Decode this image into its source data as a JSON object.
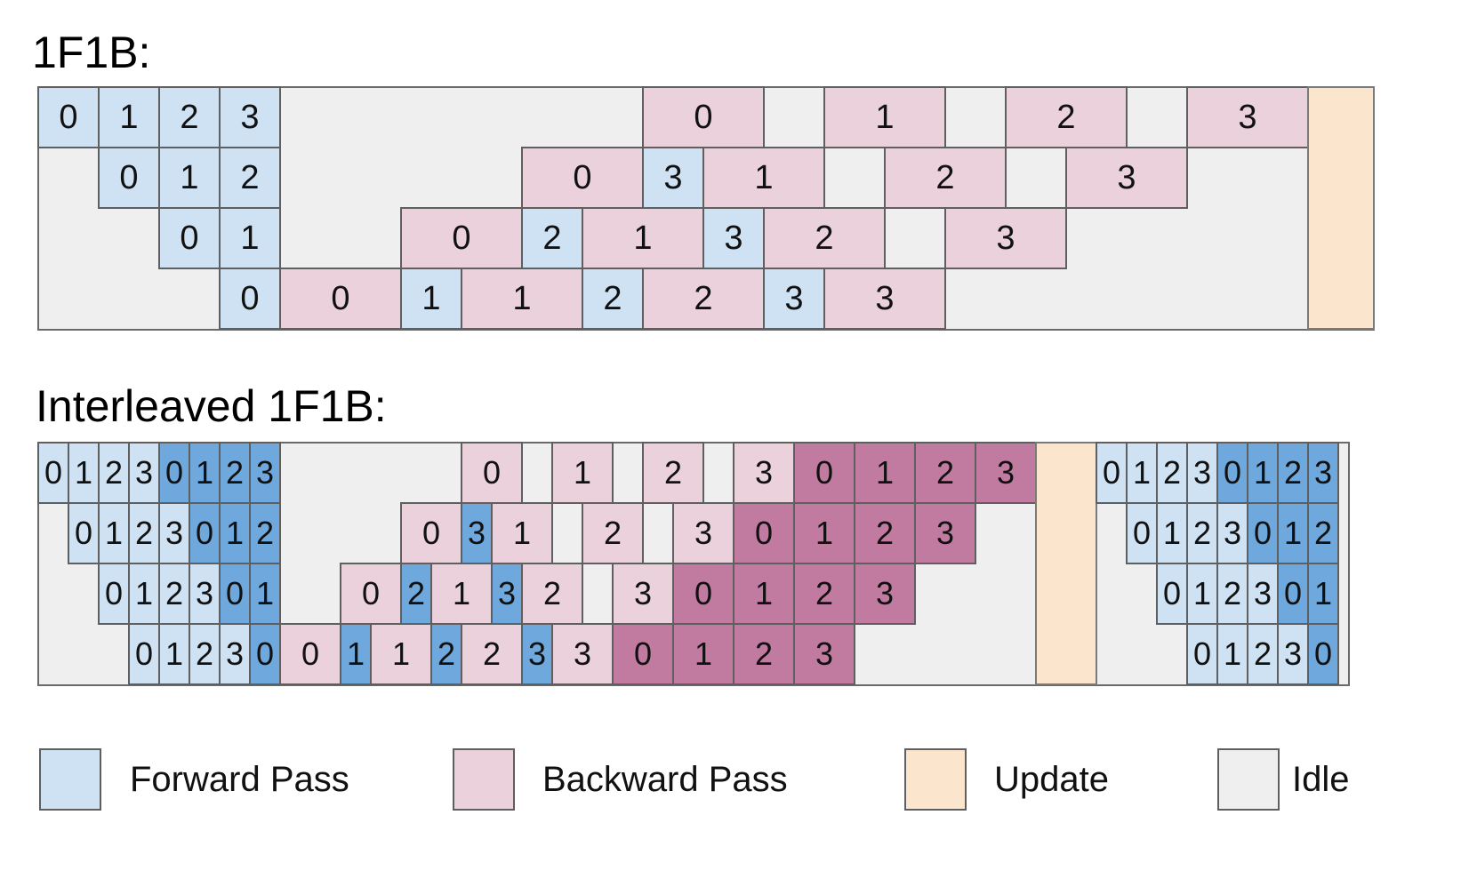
{
  "diagram": {
    "title_1f1b": "1F1B:",
    "title_interleaved": "Interleaved 1F1B:",
    "colors": {
      "forward": "#cfe2f3",
      "forward_dark": "#6fa8dc",
      "backward": "#ead1dc",
      "backward_dark": "#c27ba0",
      "update": "#fce5cd",
      "idle": "#efefef"
    },
    "legend": [
      {
        "label": "Forward Pass",
        "color": "forward"
      },
      {
        "label": "Backward Pass",
        "color": "backward"
      },
      {
        "label": "Update",
        "color": "update"
      },
      {
        "label": "Idle",
        "color": "idle"
      }
    ],
    "schedule_1f1b": {
      "devices": [
        [
          {
            "t": "F",
            "m": "0"
          },
          {
            "t": "F",
            "m": "1"
          },
          {
            "t": "F",
            "m": "2"
          },
          {
            "t": "F",
            "m": "3"
          },
          {
            "t": "I"
          },
          {
            "t": "I"
          },
          {
            "t": "I"
          },
          {
            "t": "I"
          },
          {
            "t": "I"
          },
          {
            "t": "I"
          },
          {
            "t": "B",
            "m": "0"
          },
          {
            "t": "I"
          },
          {
            "t": "B",
            "m": "1"
          },
          {
            "t": "I"
          },
          {
            "t": "B",
            "m": "2"
          },
          {
            "t": "I"
          },
          {
            "t": "B",
            "m": "3"
          },
          {
            "t": "U"
          }
        ],
        [
          {
            "t": "I"
          },
          {
            "t": "F",
            "m": "0"
          },
          {
            "t": "F",
            "m": "1"
          },
          {
            "t": "F",
            "m": "2"
          },
          {
            "t": "I"
          },
          {
            "t": "I"
          },
          {
            "t": "I"
          },
          {
            "t": "I"
          },
          {
            "t": "B",
            "m": "0"
          },
          {
            "t": "F",
            "m": "3"
          },
          {
            "t": "B",
            "m": "1"
          },
          {
            "t": "I"
          },
          {
            "t": "B",
            "m": "2"
          },
          {
            "t": "I"
          },
          {
            "t": "B",
            "m": "3"
          },
          {
            "t": "I"
          },
          {
            "t": "I"
          },
          {
            "t": "U"
          }
        ],
        [
          {
            "t": "I"
          },
          {
            "t": "I"
          },
          {
            "t": "F",
            "m": "0"
          },
          {
            "t": "F",
            "m": "1"
          },
          {
            "t": "I"
          },
          {
            "t": "I"
          },
          {
            "t": "B",
            "m": "0"
          },
          {
            "t": "F",
            "m": "2"
          },
          {
            "t": "B",
            "m": "1"
          },
          {
            "t": "F",
            "m": "3"
          },
          {
            "t": "B",
            "m": "2"
          },
          {
            "t": "I"
          },
          {
            "t": "B",
            "m": "3"
          },
          {
            "t": "I"
          },
          {
            "t": "I"
          },
          {
            "t": "I"
          },
          {
            "t": "I"
          },
          {
            "t": "U"
          }
        ],
        [
          {
            "t": "I"
          },
          {
            "t": "I"
          },
          {
            "t": "I"
          },
          {
            "t": "F",
            "m": "0"
          },
          {
            "t": "B",
            "m": "0"
          },
          {
            "t": "F",
            "m": "1"
          },
          {
            "t": "B",
            "m": "1"
          },
          {
            "t": "F",
            "m": "2"
          },
          {
            "t": "B",
            "m": "2"
          },
          {
            "t": "F",
            "m": "3"
          },
          {
            "t": "B",
            "m": "3"
          },
          {
            "t": "I"
          },
          {
            "t": "I"
          },
          {
            "t": "I"
          },
          {
            "t": "I"
          },
          {
            "t": "I"
          },
          {
            "t": "I"
          },
          {
            "t": "U"
          }
        ]
      ]
    },
    "schedule_interleaved": {
      "devices": [
        [
          {
            "t": "F",
            "m": "0"
          },
          {
            "t": "F",
            "m": "1"
          },
          {
            "t": "F",
            "m": "2"
          },
          {
            "t": "F",
            "m": "3"
          },
          {
            "t": "FD",
            "m": "0"
          },
          {
            "t": "FD",
            "m": "1"
          },
          {
            "t": "FD",
            "m": "2"
          },
          {
            "t": "FD",
            "m": "3"
          },
          {
            "t": "I"
          },
          {
            "t": "I"
          },
          {
            "t": "I"
          },
          {
            "t": "I"
          },
          {
            "t": "I"
          },
          {
            "t": "I"
          },
          {
            "t": "B",
            "m": "0"
          },
          {
            "t": "I"
          },
          {
            "t": "B",
            "m": "1"
          },
          {
            "t": "I"
          },
          {
            "t": "B",
            "m": "2"
          },
          {
            "t": "I"
          },
          {
            "t": "B",
            "m": "3"
          },
          {
            "t": "BD",
            "m": "0"
          },
          {
            "t": "BD",
            "m": "1"
          },
          {
            "t": "BD",
            "m": "2"
          },
          {
            "t": "BD",
            "m": "3"
          },
          {
            "t": "U"
          },
          {
            "t": "F",
            "m": "0"
          },
          {
            "t": "F",
            "m": "1"
          },
          {
            "t": "F",
            "m": "2"
          },
          {
            "t": "F",
            "m": "3"
          },
          {
            "t": "FD",
            "m": "0"
          },
          {
            "t": "FD",
            "m": "1"
          },
          {
            "t": "FD",
            "m": "2"
          },
          {
            "t": "FD",
            "m": "3"
          }
        ],
        [
          {
            "t": "I"
          },
          {
            "t": "F",
            "m": "0"
          },
          {
            "t": "F",
            "m": "1"
          },
          {
            "t": "F",
            "m": "2"
          },
          {
            "t": "F",
            "m": "3"
          },
          {
            "t": "FD",
            "m": "0"
          },
          {
            "t": "FD",
            "m": "1"
          },
          {
            "t": "FD",
            "m": "2"
          },
          {
            "t": "I"
          },
          {
            "t": "I"
          },
          {
            "t": "I"
          },
          {
            "t": "I"
          },
          {
            "t": "B",
            "m": "0"
          },
          {
            "t": "FD",
            "m": "3"
          },
          {
            "t": "B",
            "m": "1"
          },
          {
            "t": "I"
          },
          {
            "t": "B",
            "m": "2"
          },
          {
            "t": "I"
          },
          {
            "t": "B",
            "m": "3"
          },
          {
            "t": "BD",
            "m": "0"
          },
          {
            "t": "BD",
            "m": "1"
          },
          {
            "t": "BD",
            "m": "2"
          },
          {
            "t": "BD",
            "m": "3"
          },
          {
            "t": "I"
          },
          {
            "t": "I"
          },
          {
            "t": "U"
          },
          {
            "t": "I"
          },
          {
            "t": "F",
            "m": "0"
          },
          {
            "t": "F",
            "m": "1"
          },
          {
            "t": "F",
            "m": "2"
          },
          {
            "t": "F",
            "m": "3"
          },
          {
            "t": "FD",
            "m": "0"
          },
          {
            "t": "FD",
            "m": "1"
          },
          {
            "t": "FD",
            "m": "2"
          }
        ],
        [
          {
            "t": "I"
          },
          {
            "t": "I"
          },
          {
            "t": "F",
            "m": "0"
          },
          {
            "t": "F",
            "m": "1"
          },
          {
            "t": "F",
            "m": "2"
          },
          {
            "t": "F",
            "m": "3"
          },
          {
            "t": "FD",
            "m": "0"
          },
          {
            "t": "FD",
            "m": "1"
          },
          {
            "t": "I"
          },
          {
            "t": "I"
          },
          {
            "t": "B",
            "m": "0"
          },
          {
            "t": "FD",
            "m": "2"
          },
          {
            "t": "B",
            "m": "1"
          },
          {
            "t": "FD",
            "m": "3"
          },
          {
            "t": "B",
            "m": "2"
          },
          {
            "t": "I"
          },
          {
            "t": "B",
            "m": "3"
          },
          {
            "t": "BD",
            "m": "0"
          },
          {
            "t": "BD",
            "m": "1"
          },
          {
            "t": "BD",
            "m": "2"
          },
          {
            "t": "BD",
            "m": "3"
          },
          {
            "t": "I"
          },
          {
            "t": "I"
          },
          {
            "t": "I"
          },
          {
            "t": "I"
          },
          {
            "t": "U"
          },
          {
            "t": "I"
          },
          {
            "t": "I"
          },
          {
            "t": "F",
            "m": "0"
          },
          {
            "t": "F",
            "m": "1"
          },
          {
            "t": "F",
            "m": "2"
          },
          {
            "t": "F",
            "m": "3"
          },
          {
            "t": "FD",
            "m": "0"
          },
          {
            "t": "FD",
            "m": "1"
          }
        ],
        [
          {
            "t": "I"
          },
          {
            "t": "I"
          },
          {
            "t": "I"
          },
          {
            "t": "F",
            "m": "0"
          },
          {
            "t": "F",
            "m": "1"
          },
          {
            "t": "F",
            "m": "2"
          },
          {
            "t": "F",
            "m": "3"
          },
          {
            "t": "FD",
            "m": "0"
          },
          {
            "t": "B",
            "m": "0"
          },
          {
            "t": "FD",
            "m": "1"
          },
          {
            "t": "B",
            "m": "1"
          },
          {
            "t": "FD",
            "m": "2"
          },
          {
            "t": "B",
            "m": "2"
          },
          {
            "t": "FD",
            "m": "3"
          },
          {
            "t": "B",
            "m": "3"
          },
          {
            "t": "BD",
            "m": "0"
          },
          {
            "t": "BD",
            "m": "1"
          },
          {
            "t": "BD",
            "m": "2"
          },
          {
            "t": "BD",
            "m": "3"
          },
          {
            "t": "I"
          },
          {
            "t": "I"
          },
          {
            "t": "I"
          },
          {
            "t": "I"
          },
          {
            "t": "I"
          },
          {
            "t": "I"
          },
          {
            "t": "U"
          },
          {
            "t": "I"
          },
          {
            "t": "I"
          },
          {
            "t": "I"
          },
          {
            "t": "F",
            "m": "0"
          },
          {
            "t": "F",
            "m": "1"
          },
          {
            "t": "F",
            "m": "2"
          },
          {
            "t": "F",
            "m": "3"
          },
          {
            "t": "FD",
            "m": "0"
          }
        ]
      ]
    }
  }
}
